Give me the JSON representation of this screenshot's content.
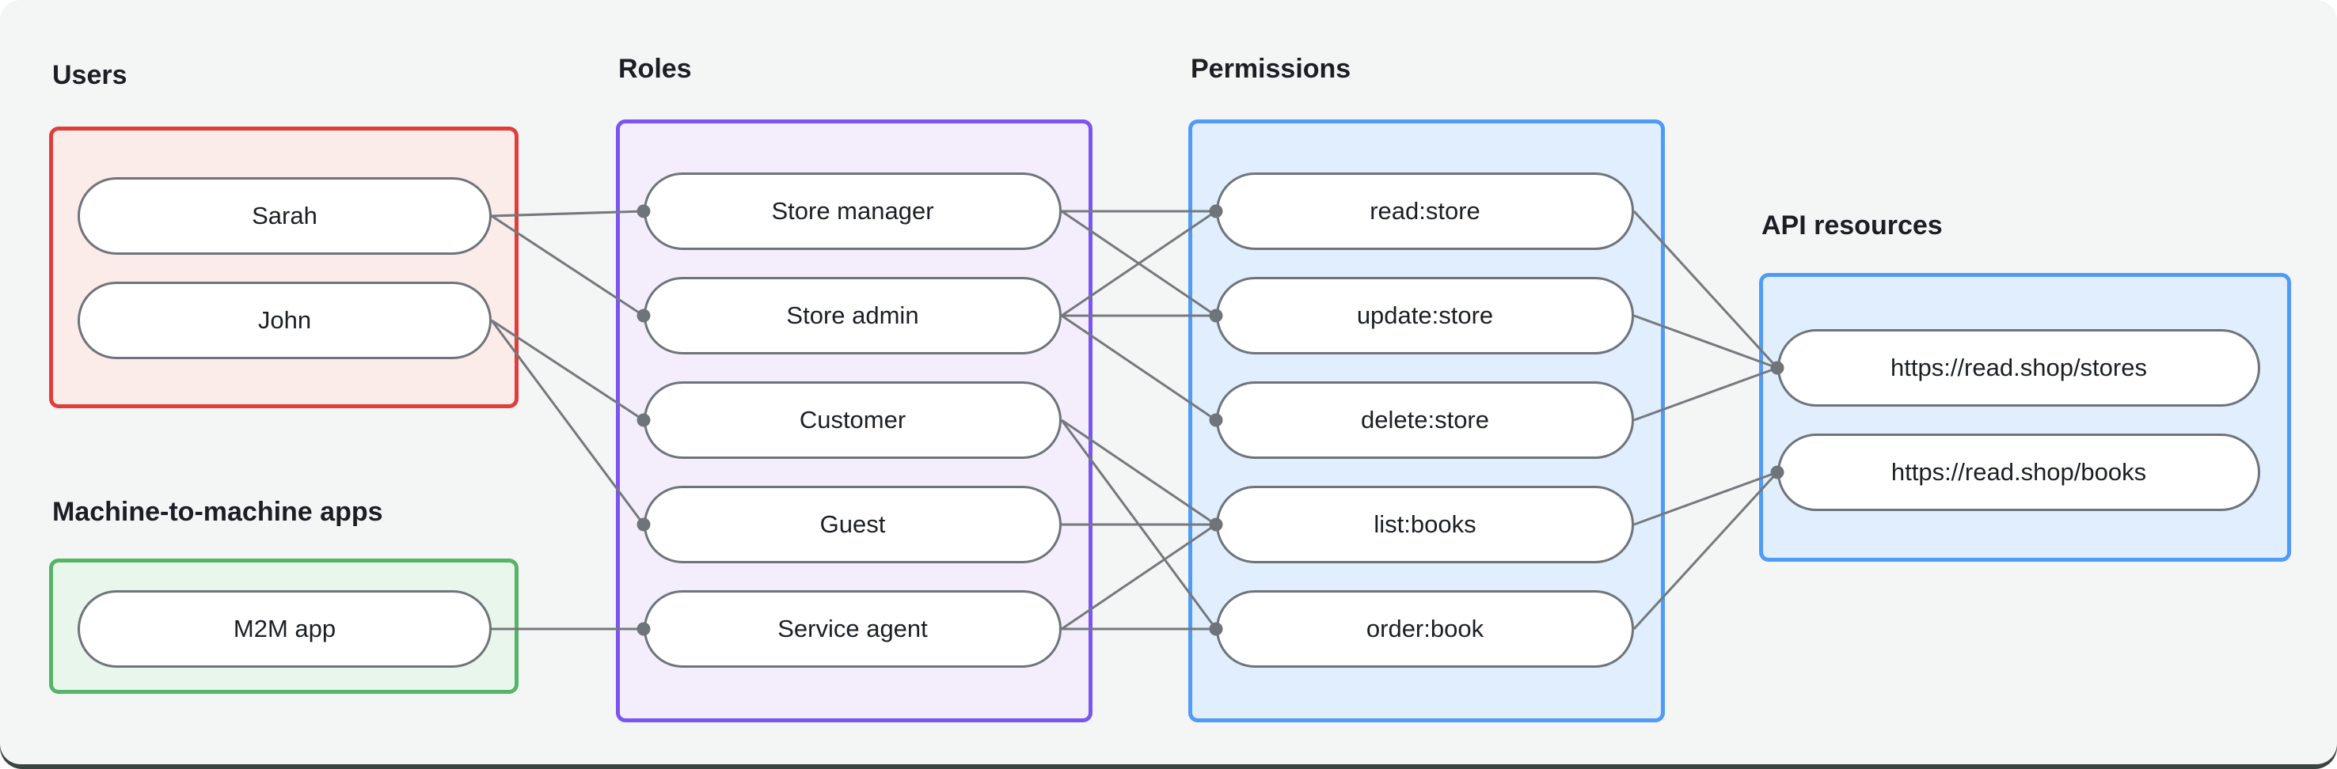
{
  "colors": {
    "canvas_background": "#F4F6F5",
    "bottom_bar": "#3A4440",
    "users_border": "#E03E3C",
    "users_fill": "#FBEBE9",
    "m2m_border": "#55B467",
    "m2m_fill": "#E9F6EB",
    "roles_border": "#7A55F0",
    "roles_fill": "#F4EEFC",
    "permissions_border": "#509AF8",
    "permissions_fill": "#E0EEFD",
    "node_fill": "#FFFFFF",
    "node_border": "#6E747A",
    "edge": "#75797D",
    "text": "#1B1F24"
  },
  "sections": {
    "users": {
      "label": "Users",
      "items": [
        {
          "id": "sarah",
          "label": "Sarah"
        },
        {
          "id": "john",
          "label": "John"
        }
      ]
    },
    "machine_to_machine": {
      "label": "Machine-to-machine apps",
      "items": [
        {
          "id": "m2m_app",
          "label": "M2M app"
        }
      ]
    },
    "roles": {
      "label": "Roles",
      "items": [
        {
          "id": "store_manager",
          "label": "Store manager"
        },
        {
          "id": "store_admin",
          "label": "Store admin"
        },
        {
          "id": "customer",
          "label": "Customer"
        },
        {
          "id": "guest",
          "label": "Guest"
        },
        {
          "id": "service_agent",
          "label": "Service agent"
        }
      ]
    },
    "permissions": {
      "label": "Permissions",
      "items": [
        {
          "id": "read_store",
          "label": "read:store"
        },
        {
          "id": "update_store",
          "label": "update:store"
        },
        {
          "id": "delete_store",
          "label": "delete:store"
        },
        {
          "id": "list_books",
          "label": "list:books"
        },
        {
          "id": "order_book",
          "label": "order:book"
        }
      ]
    },
    "api_resources": {
      "label": "API resources",
      "items": [
        {
          "id": "stores_api",
          "label": "https://read.shop/stores"
        },
        {
          "id": "books_api",
          "label": "https://read.shop/books"
        }
      ]
    }
  },
  "edges": [
    [
      "sarah",
      "store_manager"
    ],
    [
      "sarah",
      "store_admin"
    ],
    [
      "john",
      "customer"
    ],
    [
      "john",
      "guest"
    ],
    [
      "m2m_app",
      "service_agent"
    ],
    [
      "store_manager",
      "read_store"
    ],
    [
      "store_manager",
      "update_store"
    ],
    [
      "store_admin",
      "read_store"
    ],
    [
      "store_admin",
      "update_store"
    ],
    [
      "store_admin",
      "delete_store"
    ],
    [
      "customer",
      "list_books"
    ],
    [
      "customer",
      "order_book"
    ],
    [
      "guest",
      "list_books"
    ],
    [
      "service_agent",
      "list_books"
    ],
    [
      "service_agent",
      "order_book"
    ],
    [
      "read_store",
      "stores_api"
    ],
    [
      "update_store",
      "stores_api"
    ],
    [
      "delete_store",
      "stores_api"
    ],
    [
      "list_books",
      "books_api"
    ],
    [
      "order_book",
      "books_api"
    ]
  ]
}
